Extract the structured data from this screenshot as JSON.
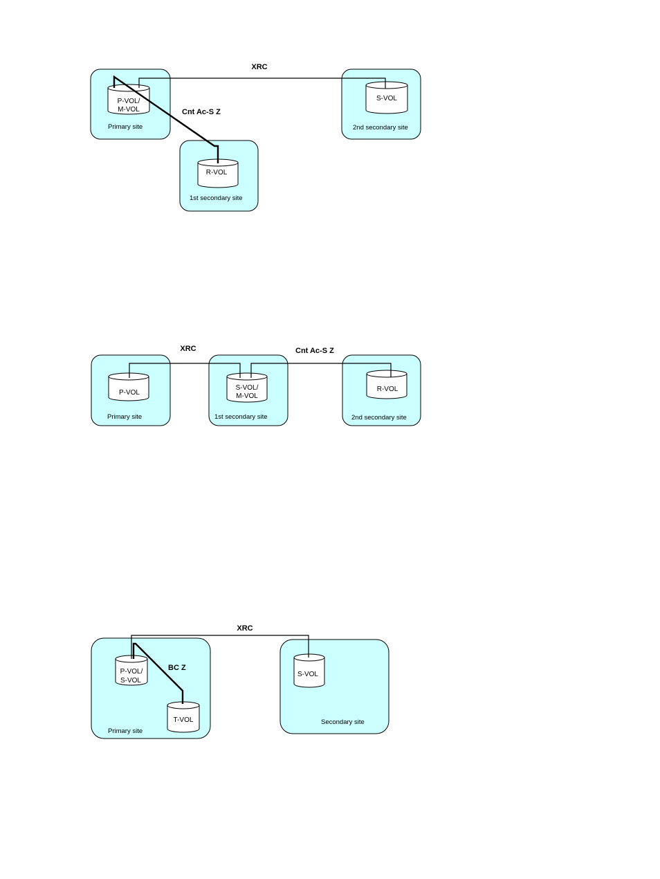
{
  "diagrams": [
    {
      "sites": {
        "primary": "Primary site",
        "first_secondary": "1st secondary site",
        "second_secondary": "2nd secondary site"
      },
      "volumes": {
        "primary": [
          "P-VOL/",
          "M-VOL"
        ],
        "first_secondary": [
          "R-VOL"
        ],
        "second_secondary": [
          "S-VOL"
        ]
      },
      "links": {
        "xrc": "XRC",
        "cnt": "Cnt Ac-S Z"
      }
    },
    {
      "sites": {
        "primary": "Primary site",
        "first_secondary": "1st secondary site",
        "second_secondary": "2nd secondary site"
      },
      "volumes": {
        "primary": [
          "P-VOL"
        ],
        "first_secondary": [
          "S-VOL/",
          "M-VOL"
        ],
        "second_secondary": [
          "R-VOL"
        ]
      },
      "links": {
        "xrc": "XRC",
        "cnt": "Cnt Ac-S Z"
      }
    },
    {
      "sites": {
        "primary": "Primary site",
        "secondary": "Secondary site"
      },
      "volumes": {
        "primary": [
          "P-VOL/",
          "S-VOL"
        ],
        "tvol": [
          "T-VOL"
        ],
        "secondary": [
          "S-VOL"
        ]
      },
      "links": {
        "xrc": "XRC",
        "bc": "BC Z"
      }
    }
  ]
}
